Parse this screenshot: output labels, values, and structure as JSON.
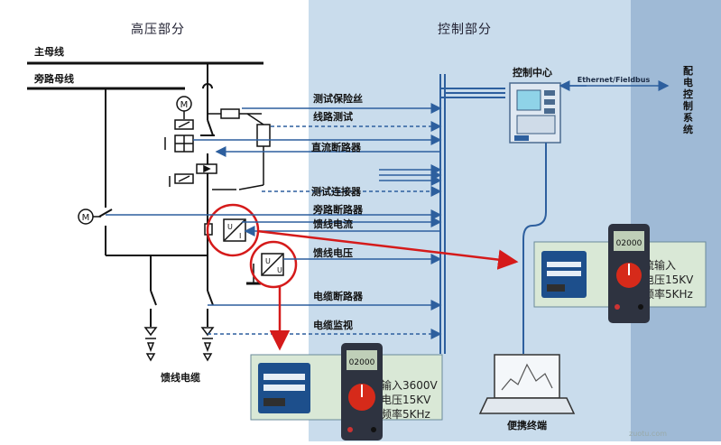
{
  "sections": {
    "high_voltage": "高压部分",
    "control": "控制部分"
  },
  "buses": {
    "main": "主母线",
    "bypass": "旁路母线"
  },
  "signals": [
    "测试保险丝",
    "线路测试",
    "直流断路器",
    "测试连接器",
    "旁路断路器",
    "馈线电流",
    "馈线电压",
    "电缆断路器",
    "电缆监视"
  ],
  "feeder_cable": "馈线电缆",
  "control_center": "控制中心",
  "network": "Ethernet/Fieldbus",
  "distribution_system": "配电控制系统",
  "portable_terminal": "便携终端",
  "device_right": {
    "lines": [
      "流输入",
      "电压15KV",
      "频率5KHz"
    ],
    "meter_display": "02000"
  },
  "device_bottom": {
    "lines": [
      "输入3600V",
      "电压15KV",
      "频率5KHz"
    ],
    "meter_display": "02000"
  },
  "watermark": "zuotu.com",
  "colors": {
    "control_bg": "#c9dcec",
    "right_strip": "#9fbad6",
    "arrow_blue": "#2d5f9e",
    "highlight_red": "#d51a1a",
    "meter_red": "#d62a1a"
  }
}
